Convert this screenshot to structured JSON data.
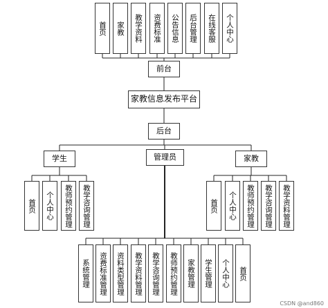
{
  "top_modules": [
    "首页",
    "家教",
    "教学资料",
    "资费标准",
    "公告信息",
    "后台管理",
    "在线客服",
    "个人中心"
  ],
  "front": "前台",
  "platform": "家教信息发布平台",
  "back": "后台",
  "roles": {
    "student": "学生",
    "admin": "管理员",
    "tutor": "家教"
  },
  "student_modules": [
    "首页",
    "个人中心",
    "教师预约管理",
    "教学咨询管理"
  ],
  "tutor_modules": [
    "首页",
    "个人中心",
    "教师预约管理",
    "教学咨询管理",
    "教学资料管理"
  ],
  "admin_modules": [
    "系统管理",
    "资费标准管理",
    "资料类型管理",
    "教学资料管理",
    "教学咨询管理",
    "教师预约管理",
    "家教管理",
    "学生管理",
    "个人中心",
    "首页"
  ],
  "watermark": "CSDN @and860"
}
